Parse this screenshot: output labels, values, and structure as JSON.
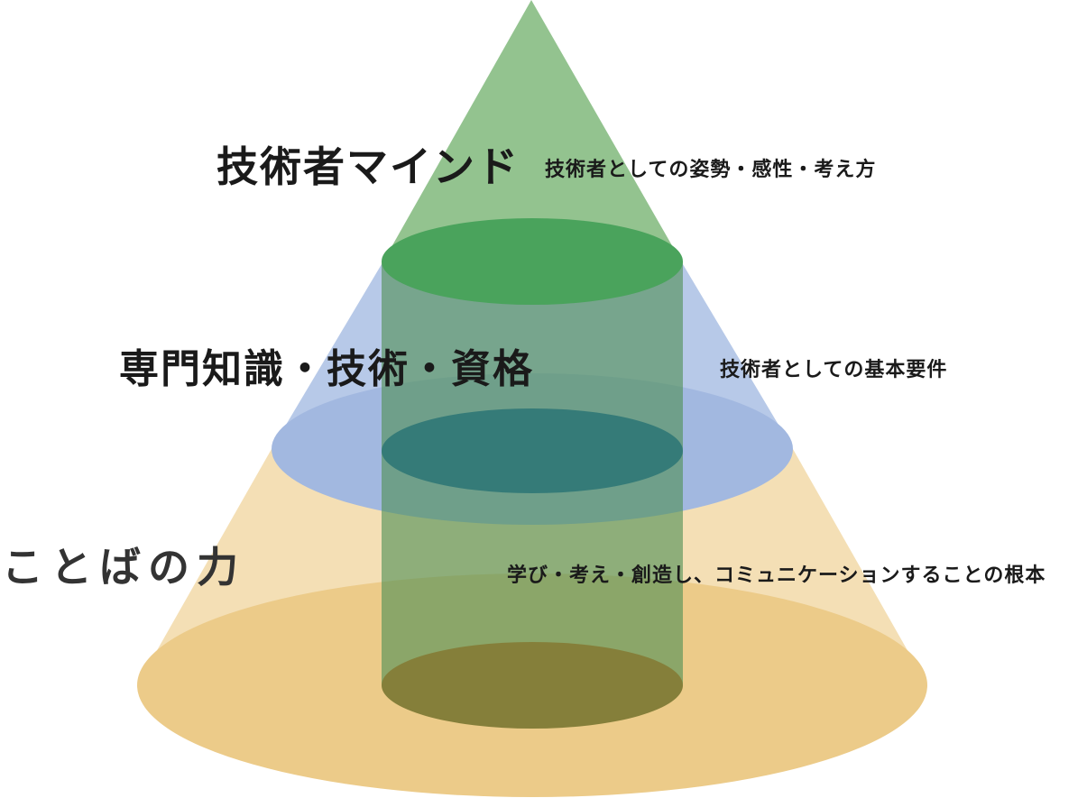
{
  "layers": [
    {
      "id": "mind",
      "title": "技術者マインド",
      "description": "技術者としての姿勢・感性・考え方",
      "color": "#93c38f"
    },
    {
      "id": "skill",
      "title": "専門知識・技術・資格",
      "description": "技術者としての基本要件",
      "color": "#b7c9e8"
    },
    {
      "id": "language",
      "title": "ことばの力",
      "description": "学び・考え・創造し、コミュニケーションすることの根本",
      "color": "#f4dfb5"
    }
  ],
  "colors": {
    "mind_ellipse": "#4aa35c",
    "skill_ellipse": "#a2b8e0",
    "language_ellipse": "#eccb89",
    "cylinder": "#5a9a4a",
    "cylinder_top": "#2f7a45",
    "cylinder_middle": "#357b78",
    "cylinder_bottom": "#857f3a"
  }
}
